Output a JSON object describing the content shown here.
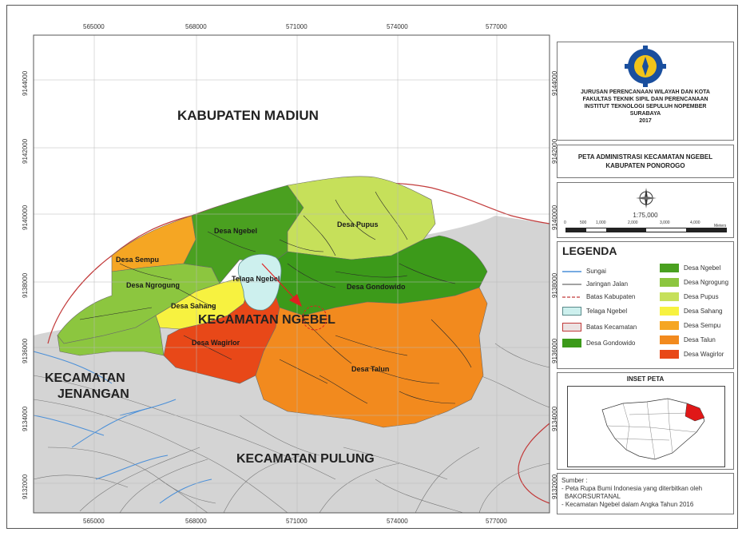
{
  "grid": {
    "x_labels": [
      "565000",
      "568000",
      "571000",
      "574000",
      "577000"
    ],
    "y_labels": [
      "9144000",
      "9142000",
      "9140000",
      "9138000",
      "9136000",
      "9134000",
      "9132000"
    ]
  },
  "regions": {
    "madiun": "KABUPATEN MADIUN",
    "ngebel": "KECAMATAN NGEBEL",
    "jenangan_1": "KECAMATAN",
    "jenangan_2": "JENANGAN",
    "pulung": "KECAMATAN PULUNG"
  },
  "villages": {
    "sempu": "Desa Sempu",
    "ngebel": "Desa Ngebel",
    "pupus": "Desa Pupus",
    "ngrogung": "Desa Ngrogung",
    "telaga": "Telaga Ngebel",
    "gondowido": "Desa Gondowido",
    "sahang": "Desa Sahang",
    "wagirlor": "Desa Wagirlor",
    "talun": "Desa Talun"
  },
  "institution": {
    "line1": "JURUSAN PERENCANAAN WILAYAH DAN KOTA",
    "line2": "FAKULTAS TEKNIK SIPIL DAN PERENCANAAN",
    "line3": "INSTITUT TEKNOLOGI SEPULUH NOPEMBER",
    "line4": "SURABAYA",
    "line5": "2017"
  },
  "map_title": {
    "line1": "PETA ADMINISTRASI KECAMATAN NGEBEL",
    "line2": "KABUPATEN PONOROGO"
  },
  "scale": {
    "text": "1:75,000",
    "ticks": [
      "0",
      "500",
      "1,000",
      "2,000",
      "3,000",
      "4,000"
    ],
    "unit": "Meters"
  },
  "legend": {
    "title": "LEGENDA",
    "items_left": [
      "Sungai",
      "Jaringan Jalan",
      "Batas Kabupaten",
      "Telaga Ngebel",
      "Batas Kecamatan",
      "Desa Gondowido"
    ],
    "items_right": [
      "Desa Ngebel",
      "Desa Ngrogung",
      "Desa Pupus",
      "Desa Sahang",
      "Desa Sempu",
      "Desa Talun",
      "Desa Wagirlor"
    ]
  },
  "inset": {
    "title": "INSET PETA"
  },
  "source": {
    "label": "Sumber :",
    "line1": "- Peta Rupa Bumi Indonesia yang diterbitkan oleh",
    "line2": "BAKORSURTANAL",
    "line3": "- Kecamatan Ngebel dalam Angka Tahun 2016"
  },
  "colors": {
    "ngebel": "#4aa020",
    "gondowido": "#3c9a1a",
    "pupus": "#c6e05a",
    "ngrogung": "#8cc63f",
    "sahang": "#f7f240",
    "sempu": "#f5a623",
    "talun": "#f28a1e",
    "wagirlor": "#e84818",
    "lake": "#cdf0ee",
    "outside": "#d4d4d4",
    "river": "#4a8fd8",
    "road": "#5a5a5a",
    "kab_border": "#c23a3a"
  }
}
